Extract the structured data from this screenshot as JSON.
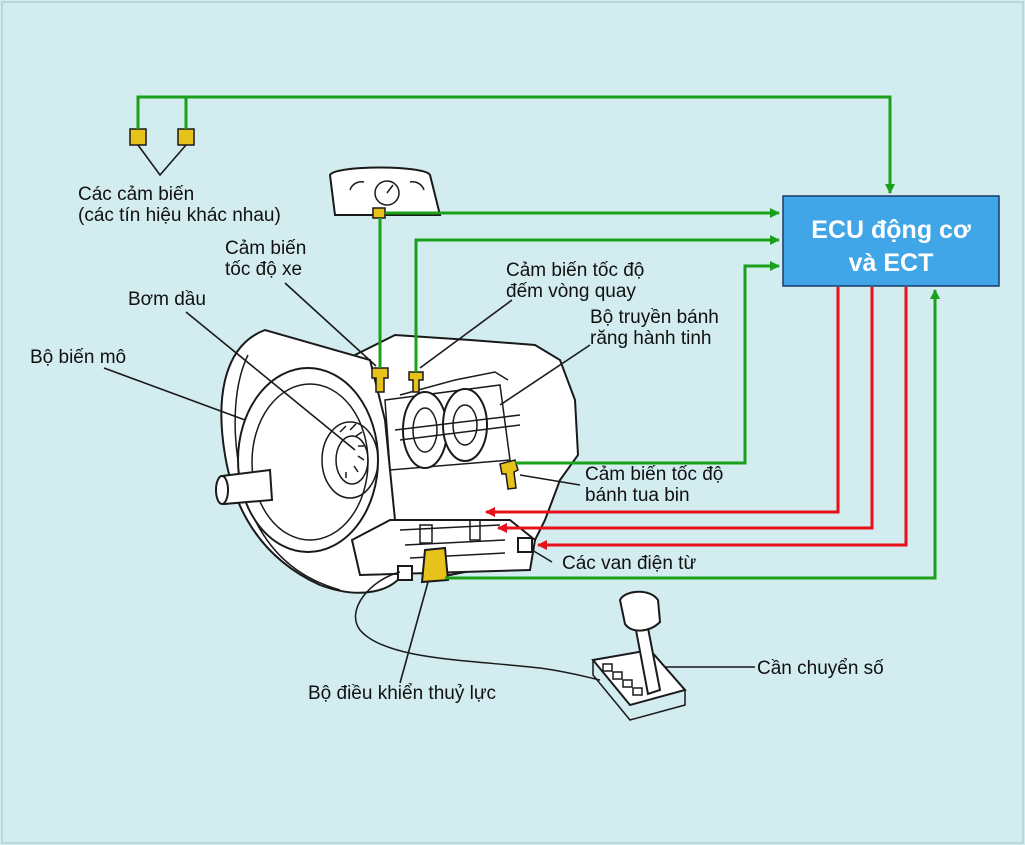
{
  "ecu": {
    "line1": "ECU động cơ",
    "line2": "và ECT"
  },
  "labels": {
    "sensors_line1": "Các cảm biến",
    "sensors_line2": "(các tín hiệu khác nhau)",
    "vehicle_speed_line1": "Cảm biến",
    "vehicle_speed_line2": "tốc độ xe",
    "counter_speed_line1": "Cảm biến tốc độ",
    "counter_speed_line2": "đếm vòng quay",
    "oil_pump": "Bơm dầu",
    "torque_converter": "Bộ biến mô",
    "planetary_line1": "Bộ truyền bánh",
    "planetary_line2": "răng hành tinh",
    "turbine_speed_line1": "Cảm biến tốc độ",
    "turbine_speed_line2": "bánh tua bin",
    "solenoid_valves": "Các van điện từ",
    "shift_lever": "Cần chuyển số",
    "hydraulic_control": "Bộ điều khiển thuỷ lực"
  },
  "colors": {
    "background": "#d2ecef",
    "ecu_fill": "#41a6e8",
    "input_signal": "#1aa01a",
    "output_signal": "#e8101a",
    "sensor_yellow": "#e6c21a"
  }
}
